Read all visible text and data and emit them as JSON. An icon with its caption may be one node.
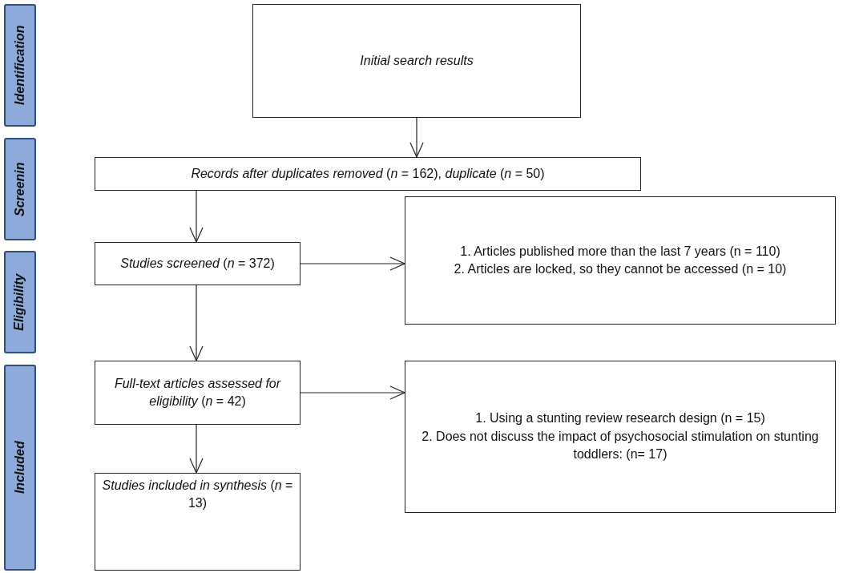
{
  "diagram": {
    "nodes": [
      {
        "text": [
          "Identification"
        ]
      },
      {
        "text": [
          "Screenin"
        ]
      },
      {
        "text": [
          "Eligibility"
        ]
      },
      {
        "text": [
          "Included"
        ]
      },
      {
        "text": [
          "Initial search results"
        ]
      },
      {
        "text": [
          "*Records after duplicates removed* (*n* = 162), *duplicate* (*n* = 50)"
        ]
      },
      {
        "text": [
          "*Studies screened* (*n* = 372)"
        ]
      },
      {
        "text": [
          "1. Articles published more than the last 7 years (n = 110)",
          "2. Articles are locked, so they cannot be accessed (n = 10)"
        ]
      },
      {
        "text": [
          "*Full-text articles assessed for eligibility* (*n* = 42)"
        ]
      },
      {
        "text": [
          "1. Using a stunting review research design (n = 15)",
          "2. Does not discuss the impact of psychosocial stimulation on stunting toddlers: (n= 17)"
        ]
      },
      {
        "text": [
          "*Studies included in synthesis* (*n* = 13)"
        ]
      }
    ],
    "edges": [
      {
        "from": 4,
        "to": 5,
        "arrow": "to"
      },
      {
        "from": 5,
        "to": 6,
        "arrow": "to"
      },
      {
        "from": 6,
        "to": 7,
        "arrow": "to"
      },
      {
        "from": 6,
        "to": 8,
        "arrow": "to"
      },
      {
        "from": 8,
        "to": 9,
        "arrow": "to"
      },
      {
        "from": 8,
        "to": 10,
        "arrow": "to"
      }
    ]
  }
}
